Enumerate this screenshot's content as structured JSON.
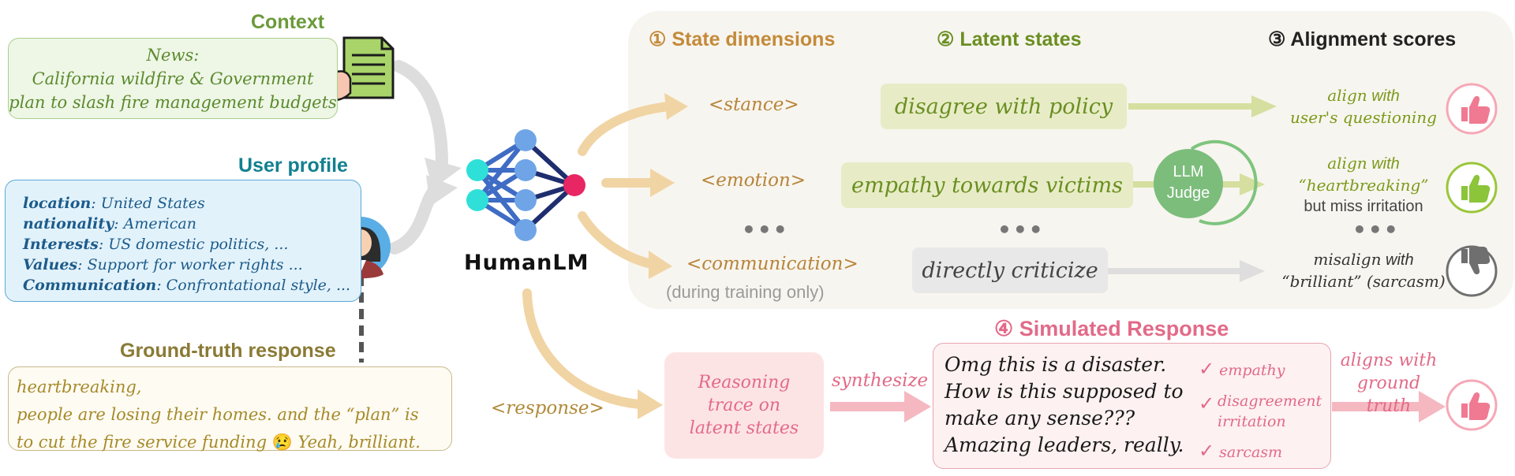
{
  "context": {
    "title": "Context",
    "news_label": "News:",
    "news_line1": "California wildfire  & Government",
    "news_line2": "plan to slash fire management budgets"
  },
  "profile": {
    "title": "User profile",
    "fields": [
      {
        "key": "location",
        "value": ": United States"
      },
      {
        "key": "nationality",
        "value": ": American"
      },
      {
        "key": "Interests",
        "value": ": US domestic politics, ..."
      },
      {
        "key": "Values",
        "value": ": Support for worker rights ..."
      },
      {
        "key": "Communication",
        "value": ": Confrontational style, ..."
      }
    ]
  },
  "ground_truth": {
    "title": "Ground-truth response",
    "line1": "heartbreaking,",
    "line2": "people are losing their homes. and the “plan” is",
    "line3a": "to cut the fire service funding",
    "emoji": "😢",
    "line3b": " Yeah, brilliant."
  },
  "model": {
    "name": "HumanLM"
  },
  "headers": {
    "state_dimensions": "① State dimensions",
    "latent_states": "② Latent states",
    "alignment_scores": "③ Alignment scores",
    "simulated_response": "④ Simulated Response"
  },
  "dimensions": [
    "<stance>",
    "<emotion>",
    "<communication>"
  ],
  "during_training": "(during training only)",
  "ellipsis": "•••",
  "latent_states": [
    "disagree with policy",
    "empathy towards victims",
    "directly criticize"
  ],
  "judge": {
    "line1": "LLM",
    "line2": "Judge"
  },
  "scores": [
    {
      "line1a": "align",
      "line1b": " with",
      "line2": "user's questioning",
      "line3": ""
    },
    {
      "line1a": "align",
      "line1b": " with",
      "line2": "“heartbreaking”",
      "line3": "but miss irritation"
    },
    {
      "line1a": "misalign",
      "line1b": " with",
      "line2": "“brilliant” (sarcasm)",
      "line3": ""
    }
  ],
  "response_tag": "<response>",
  "reasoning": {
    "line1": "Reasoning",
    "line2": "trace on",
    "line3": "latent states"
  },
  "synthesize_label": "synthesize",
  "simulated": {
    "lines": [
      "Omg this is a disaster.",
      "How is this supposed to",
      "make any sense???",
      "Amazing leaders, really."
    ],
    "check": "✓",
    "checks": [
      "empathy",
      "disagreement",
      "irritation",
      "sarcasm"
    ]
  },
  "final": {
    "line1": "aligns with",
    "line2": "ground truth"
  },
  "colors": {
    "context_green": "#6b9a3a",
    "profile_teal": "#12808f",
    "gt_olive": "#8a7a35",
    "dimension_orange": "#c48a3a",
    "latent_green": "#6a8f22",
    "response_pink": "#e26a88",
    "arrow_tan": "#f1d4a4",
    "neutral_gray": "#7a7a7a"
  }
}
